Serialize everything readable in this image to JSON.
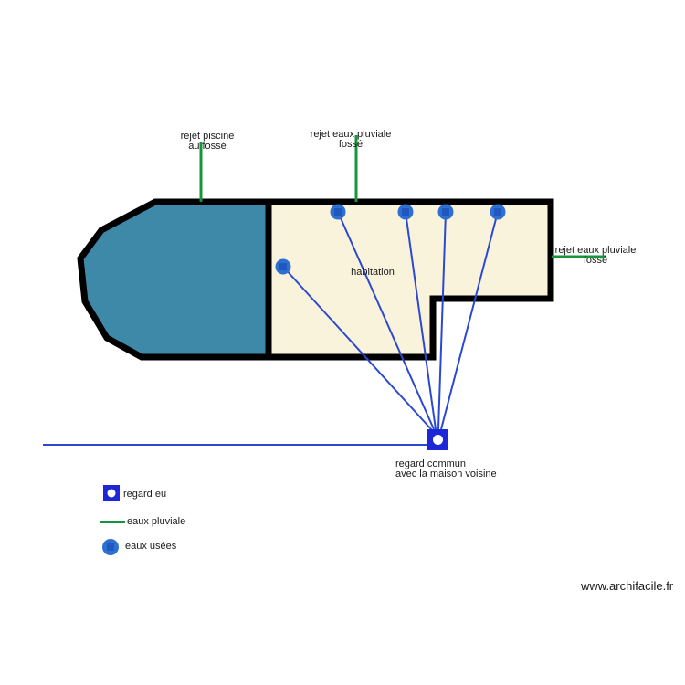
{
  "plan": {
    "labels": {
      "pool_outlet_line1": "rejet piscine",
      "pool_outlet_line2": "au fossé",
      "rain_top_line1": "rejet eaux pluviale",
      "rain_top_line2": "fossé",
      "rain_right_line1": "rejet eaux pluviale",
      "rain_right_line2": "fossé",
      "room": "habitation",
      "manhole_line1": "regard commun",
      "manhole_line2": "avec la maison voisine"
    }
  },
  "legend": {
    "regard_eu": "regard eu",
    "eaux_pluviale": "eaux pluviale",
    "eaux_usees": "eaux usées"
  },
  "watermark": "www.archifacile.fr",
  "colors": {
    "pool_fill": "#3d89a7",
    "house_fill": "#faf3dc",
    "outline": "#000000",
    "rain_line": "#17953a",
    "waste_line": "#2b49d0",
    "waste_dot": "#2e70d2",
    "waste_dot_inner": "#2158bf",
    "manhole_blue": "#1c27d8",
    "white": "#ffffff"
  }
}
